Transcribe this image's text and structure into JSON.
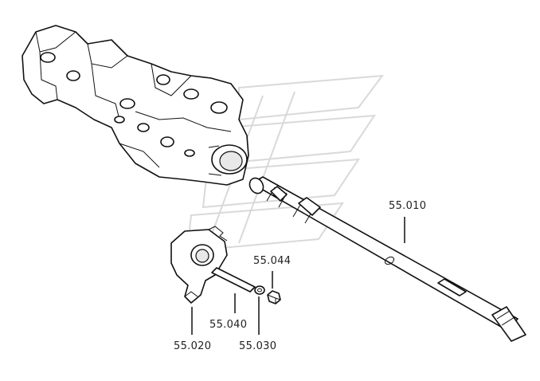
{
  "labels": {
    "shaft": "55.010",
    "lever": "55.020",
    "pin": "55.040",
    "washer": "55.030",
    "nut": "55.044"
  },
  "watermark": "brand-logo-watermark"
}
